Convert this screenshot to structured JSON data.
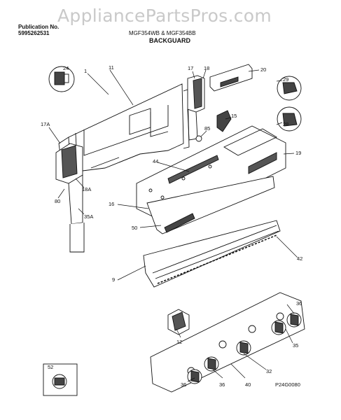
{
  "watermark": "AppliancePartsPros.com",
  "header": {
    "pub_label": "Publication No.",
    "pub_number": "5995262531",
    "model": "MGF354WB & MGF354BB",
    "section": "BACKGUARD"
  },
  "callouts": {
    "p24": "24",
    "p1": "1",
    "p11": "11",
    "p17": "17",
    "p18": "18",
    "p20": "20",
    "p29": "29",
    "p15": "15",
    "p85": "85",
    "p28": "28",
    "p17a": "17A",
    "p44": "44",
    "p19": "19",
    "p18a": "18A",
    "p80": "80",
    "p35a": "35A",
    "p16": "16",
    "p50": "50",
    "p42": "42",
    "p9": "9",
    "p36a": "36",
    "p12": "12",
    "p35b": "35",
    "p32": "32",
    "p36b": "36",
    "p36c": "36",
    "p40": "40",
    "p52": "52"
  },
  "drawing_code": "P24G0080"
}
